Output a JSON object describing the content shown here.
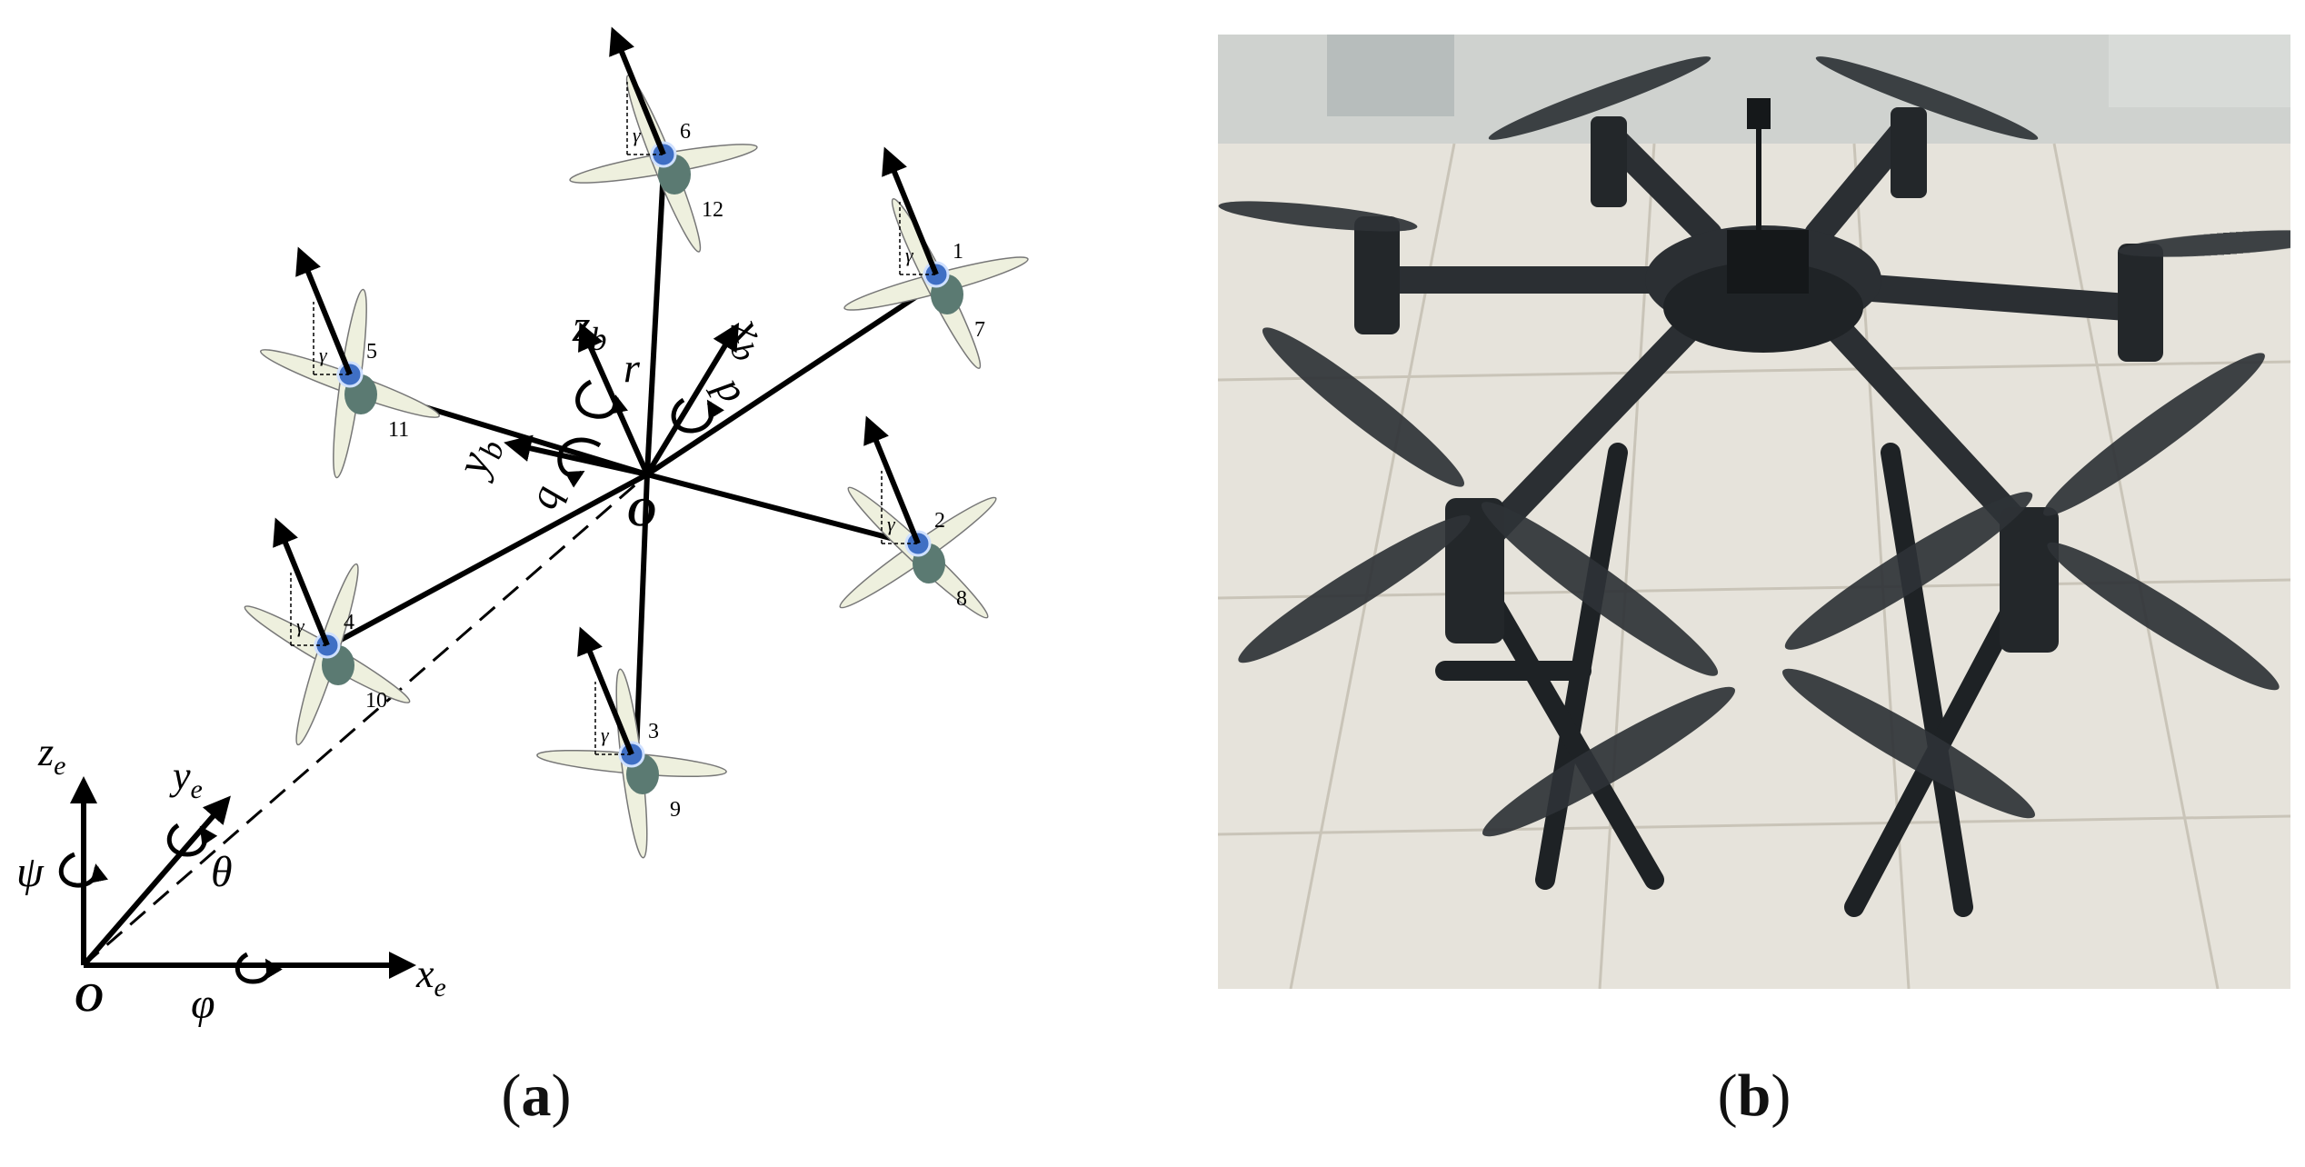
{
  "panel_a": {
    "caption_open": "(",
    "caption_letter": "a",
    "caption_close": ")",
    "body_frame": {
      "x": "x",
      "x_sub": "b",
      "y": "y",
      "y_sub": "b",
      "z": "z",
      "z_sub": "b",
      "origin": "O",
      "p": "p",
      "q": "q",
      "r": "r"
    },
    "earth_frame": {
      "x": "x",
      "x_sub": "e",
      "y": "y",
      "y_sub": "e",
      "z": "z",
      "z_sub": "e",
      "origin": "O",
      "phi": "φ",
      "theta": "θ",
      "psi": "ψ"
    },
    "tilt_symbol": "γ",
    "rotors": [
      {
        "top": "1",
        "bottom": "7"
      },
      {
        "top": "2",
        "bottom": "8"
      },
      {
        "top": "3",
        "bottom": "9"
      },
      {
        "top": "4",
        "bottom": "10"
      },
      {
        "top": "5",
        "bottom": "11"
      },
      {
        "top": "6",
        "bottom": "12"
      }
    ]
  },
  "panel_b": {
    "caption_open": "(",
    "caption_letter": "b",
    "caption_close": ")",
    "photo_description_icon": "hexacopter-photo"
  },
  "colors": {
    "hub_blue": "#3f6fc4",
    "motor_gray": "#5b7a72",
    "blade_fill": "#eef0de",
    "floor": "#e6e3db",
    "drone_dark": "#2b2f33"
  }
}
